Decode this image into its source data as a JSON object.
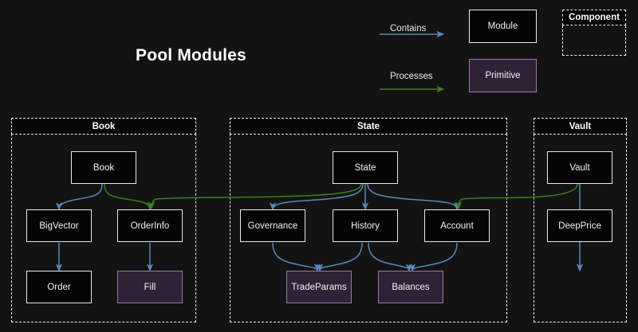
{
  "title": "Pool Modules",
  "background": "#131313",
  "colors": {
    "contains_edge": "#5b86b8",
    "processes_edge": "#34701f",
    "module_border": "#e9e9e9",
    "module_fill": "#050505",
    "primitive_border": "#9a77a8",
    "primitive_fill": "#2e2336",
    "cluster_border": "#f0f0f0",
    "text": "#f2f2f2"
  },
  "legend": {
    "contains_label": "Contains",
    "processes_label": "Processes",
    "module_label": "Module",
    "primitive_label": "Primitive",
    "component_label": "Component"
  },
  "clusters": [
    {
      "id": "book",
      "label": "Book"
    },
    {
      "id": "state",
      "label": "State"
    },
    {
      "id": "vault",
      "label": "Vault"
    }
  ],
  "nodes": [
    {
      "id": "book",
      "label": "Book",
      "kind": "module",
      "cluster": "book"
    },
    {
      "id": "bigvector",
      "label": "BigVector",
      "kind": "module",
      "cluster": "book"
    },
    {
      "id": "orderinfo",
      "label": "OrderInfo",
      "kind": "module",
      "cluster": "book"
    },
    {
      "id": "order",
      "label": "Order",
      "kind": "module",
      "cluster": "book"
    },
    {
      "id": "fill",
      "label": "Fill",
      "kind": "primitive",
      "cluster": "book"
    },
    {
      "id": "state",
      "label": "State",
      "kind": "module",
      "cluster": "state"
    },
    {
      "id": "governance",
      "label": "Governance",
      "kind": "module",
      "cluster": "state"
    },
    {
      "id": "history",
      "label": "History",
      "kind": "module",
      "cluster": "state"
    },
    {
      "id": "account",
      "label": "Account",
      "kind": "module",
      "cluster": "state"
    },
    {
      "id": "tradeparams",
      "label": "TradeParams",
      "kind": "primitive",
      "cluster": "state"
    },
    {
      "id": "balances",
      "label": "Balances",
      "kind": "primitive",
      "cluster": "state"
    },
    {
      "id": "vault",
      "label": "Vault",
      "kind": "module",
      "cluster": "vault"
    },
    {
      "id": "deepprice",
      "label": "DeepPrice",
      "kind": "module",
      "cluster": "vault"
    }
  ],
  "edges": [
    {
      "from": "book",
      "to": "bigvector",
      "type": "contains"
    },
    {
      "from": "book",
      "to": "orderinfo",
      "type": "processes"
    },
    {
      "from": "bigvector",
      "to": "order",
      "type": "contains"
    },
    {
      "from": "orderinfo",
      "to": "fill",
      "type": "contains"
    },
    {
      "from": "state",
      "to": "governance",
      "type": "contains"
    },
    {
      "from": "state",
      "to": "history",
      "type": "contains"
    },
    {
      "from": "state",
      "to": "account",
      "type": "contains"
    },
    {
      "from": "state",
      "to": "orderinfo",
      "type": "processes"
    },
    {
      "from": "governance",
      "to": "tradeparams",
      "type": "contains"
    },
    {
      "from": "history",
      "to": "tradeparams",
      "type": "contains"
    },
    {
      "from": "history",
      "to": "balances",
      "type": "contains"
    },
    {
      "from": "account",
      "to": "balances",
      "type": "contains"
    },
    {
      "from": "vault",
      "to": "deepprice",
      "type": "contains"
    },
    {
      "from": "vault",
      "to": "account",
      "type": "processes"
    }
  ]
}
